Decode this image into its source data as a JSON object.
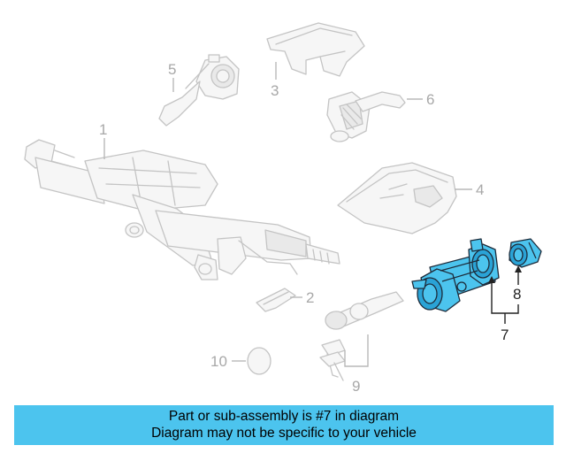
{
  "callouts": {
    "c1": "1",
    "c2": "2",
    "c3": "3",
    "c4": "4",
    "c5": "5",
    "c6": "6",
    "c7": "7",
    "c8": "8",
    "c9": "9",
    "c10": "10"
  },
  "colors": {
    "highlight": "#4cc4ee",
    "banner": "#4cc4ee"
  },
  "banner": {
    "line1": "Part or sub-assembly is #7 in diagram",
    "line2": "Diagram may not be specific to your vehicle"
  }
}
